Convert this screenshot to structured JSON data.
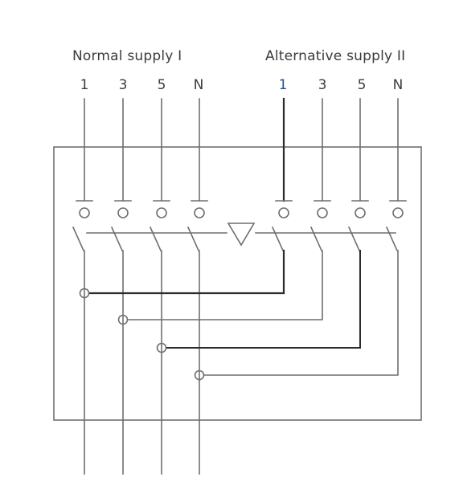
{
  "diagram": {
    "groups": [
      {
        "title": "Normal supply I",
        "terminals": [
          "1",
          "3",
          "5",
          "N"
        ]
      },
      {
        "title": "Alternative supply II",
        "terminals": [
          "1",
          "3",
          "5",
          "N"
        ]
      }
    ],
    "colors": {
      "line": "#6f6f6f",
      "dark_line": "#2b2b2b",
      "label": "#3b3b3b",
      "terminal_highlight": "#1f4f8f"
    }
  }
}
